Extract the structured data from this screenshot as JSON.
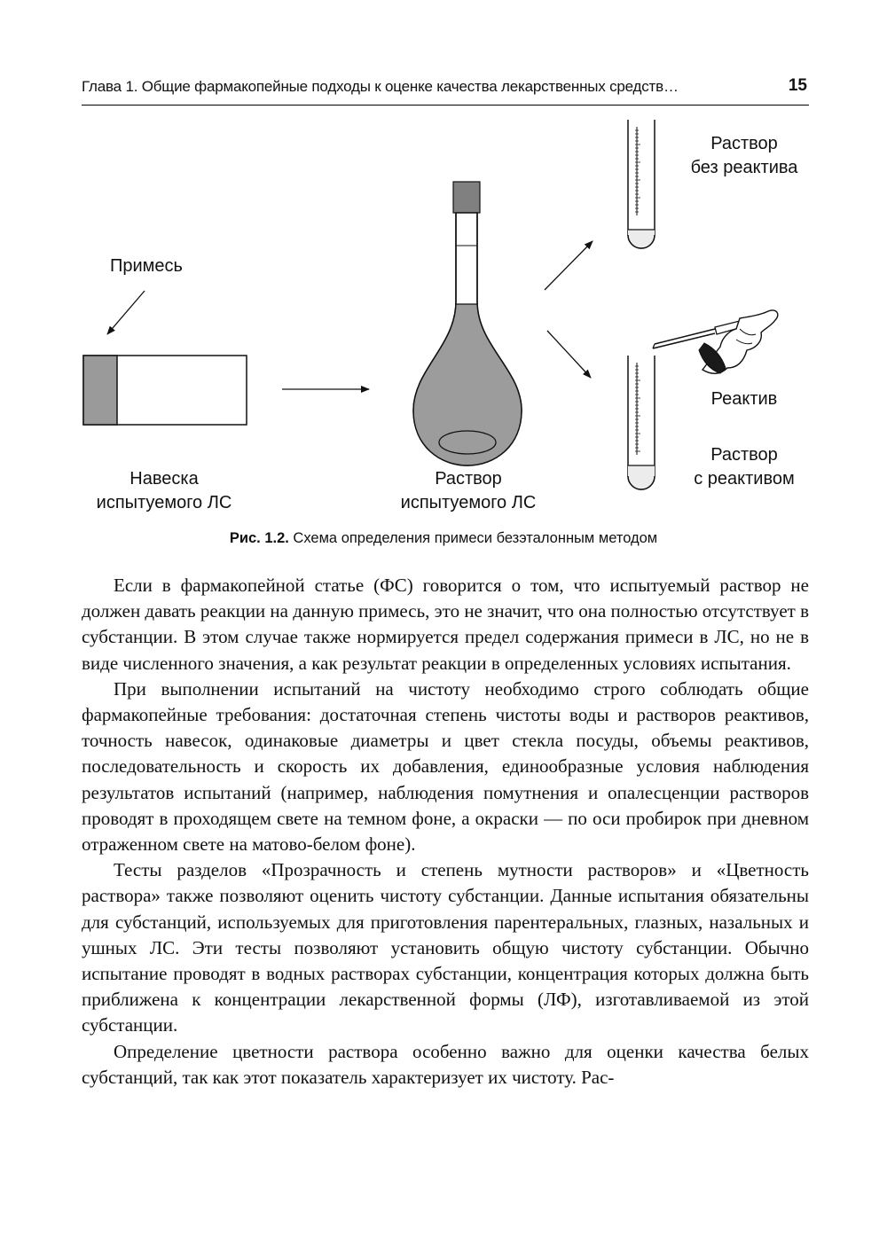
{
  "header": {
    "chapter_title": "Глава 1. Общие фармакопейные подходы к оценке качества лекарственных средств…",
    "page_number": "15"
  },
  "figure": {
    "label_impurity": "Примесь",
    "label_sample_line1": "Навеска",
    "label_sample_line2": "испытуемого ЛС",
    "label_solution_line1": "Раствор",
    "label_solution_line2": "испытуемого ЛС",
    "label_no_reagent_line1": "Раствор",
    "label_no_reagent_line2": "без реактива",
    "label_reagent": "Реактив",
    "label_with_reagent_line1": "Раствор",
    "label_with_reagent_line2": "с реактивом",
    "caption_label": "Рис. 1.2.",
    "caption_text": " Схема определения примеси безэталонным методом"
  },
  "body": {
    "paragraphs": [
      "Если в фармакопейной статье (ФС) говорится о том, что испытуемый раствор не должен давать реакции на данную примесь, это не значит, что она полностью отсутствует в субстанции. В этом случае также нормируется предел содержания примеси в ЛС, но не в виде численного значения, а как результат реакции в определенных условиях испытания.",
      "При выполнении испытаний на чистоту необходимо строго соблюдать общие фармакопейные требования: достаточная степень чистоты воды и растворов реактивов, точность навесок, одинаковые диаметры и цвет стекла посуды, объемы реактивов, последовательность и скорость их добавления, единообразные условия наблюдения результатов испытаний (например, наблюдения помутнения и опалесценции растворов проводят в проходящем свете на темном фоне, а окраски — по оси пробирок при дневном отраженном свете на матово-белом фоне).",
      "Тесты разделов «Прозрачность и степень мутности растворов» и «Цветность раствора» также позволяют оценить чистоту субстанции. Данные испытания обязательны для субстанций, используемых для приготовления парентеральных, глазных, назальных и ушных ЛС. Эти тесты позволяют установить общую чистоту субстанции. Обычно испытание проводят в водных растворах субстанции, концентрация которых должна быть приближена к концентрации лекарственной формы (ЛФ), изготавливаемой из этой субстанции.",
      "Определение цветности раствора особенно важно для оценки качества белых субстанций, так как этот показатель характеризует их чистоту. Рас-"
    ]
  }
}
